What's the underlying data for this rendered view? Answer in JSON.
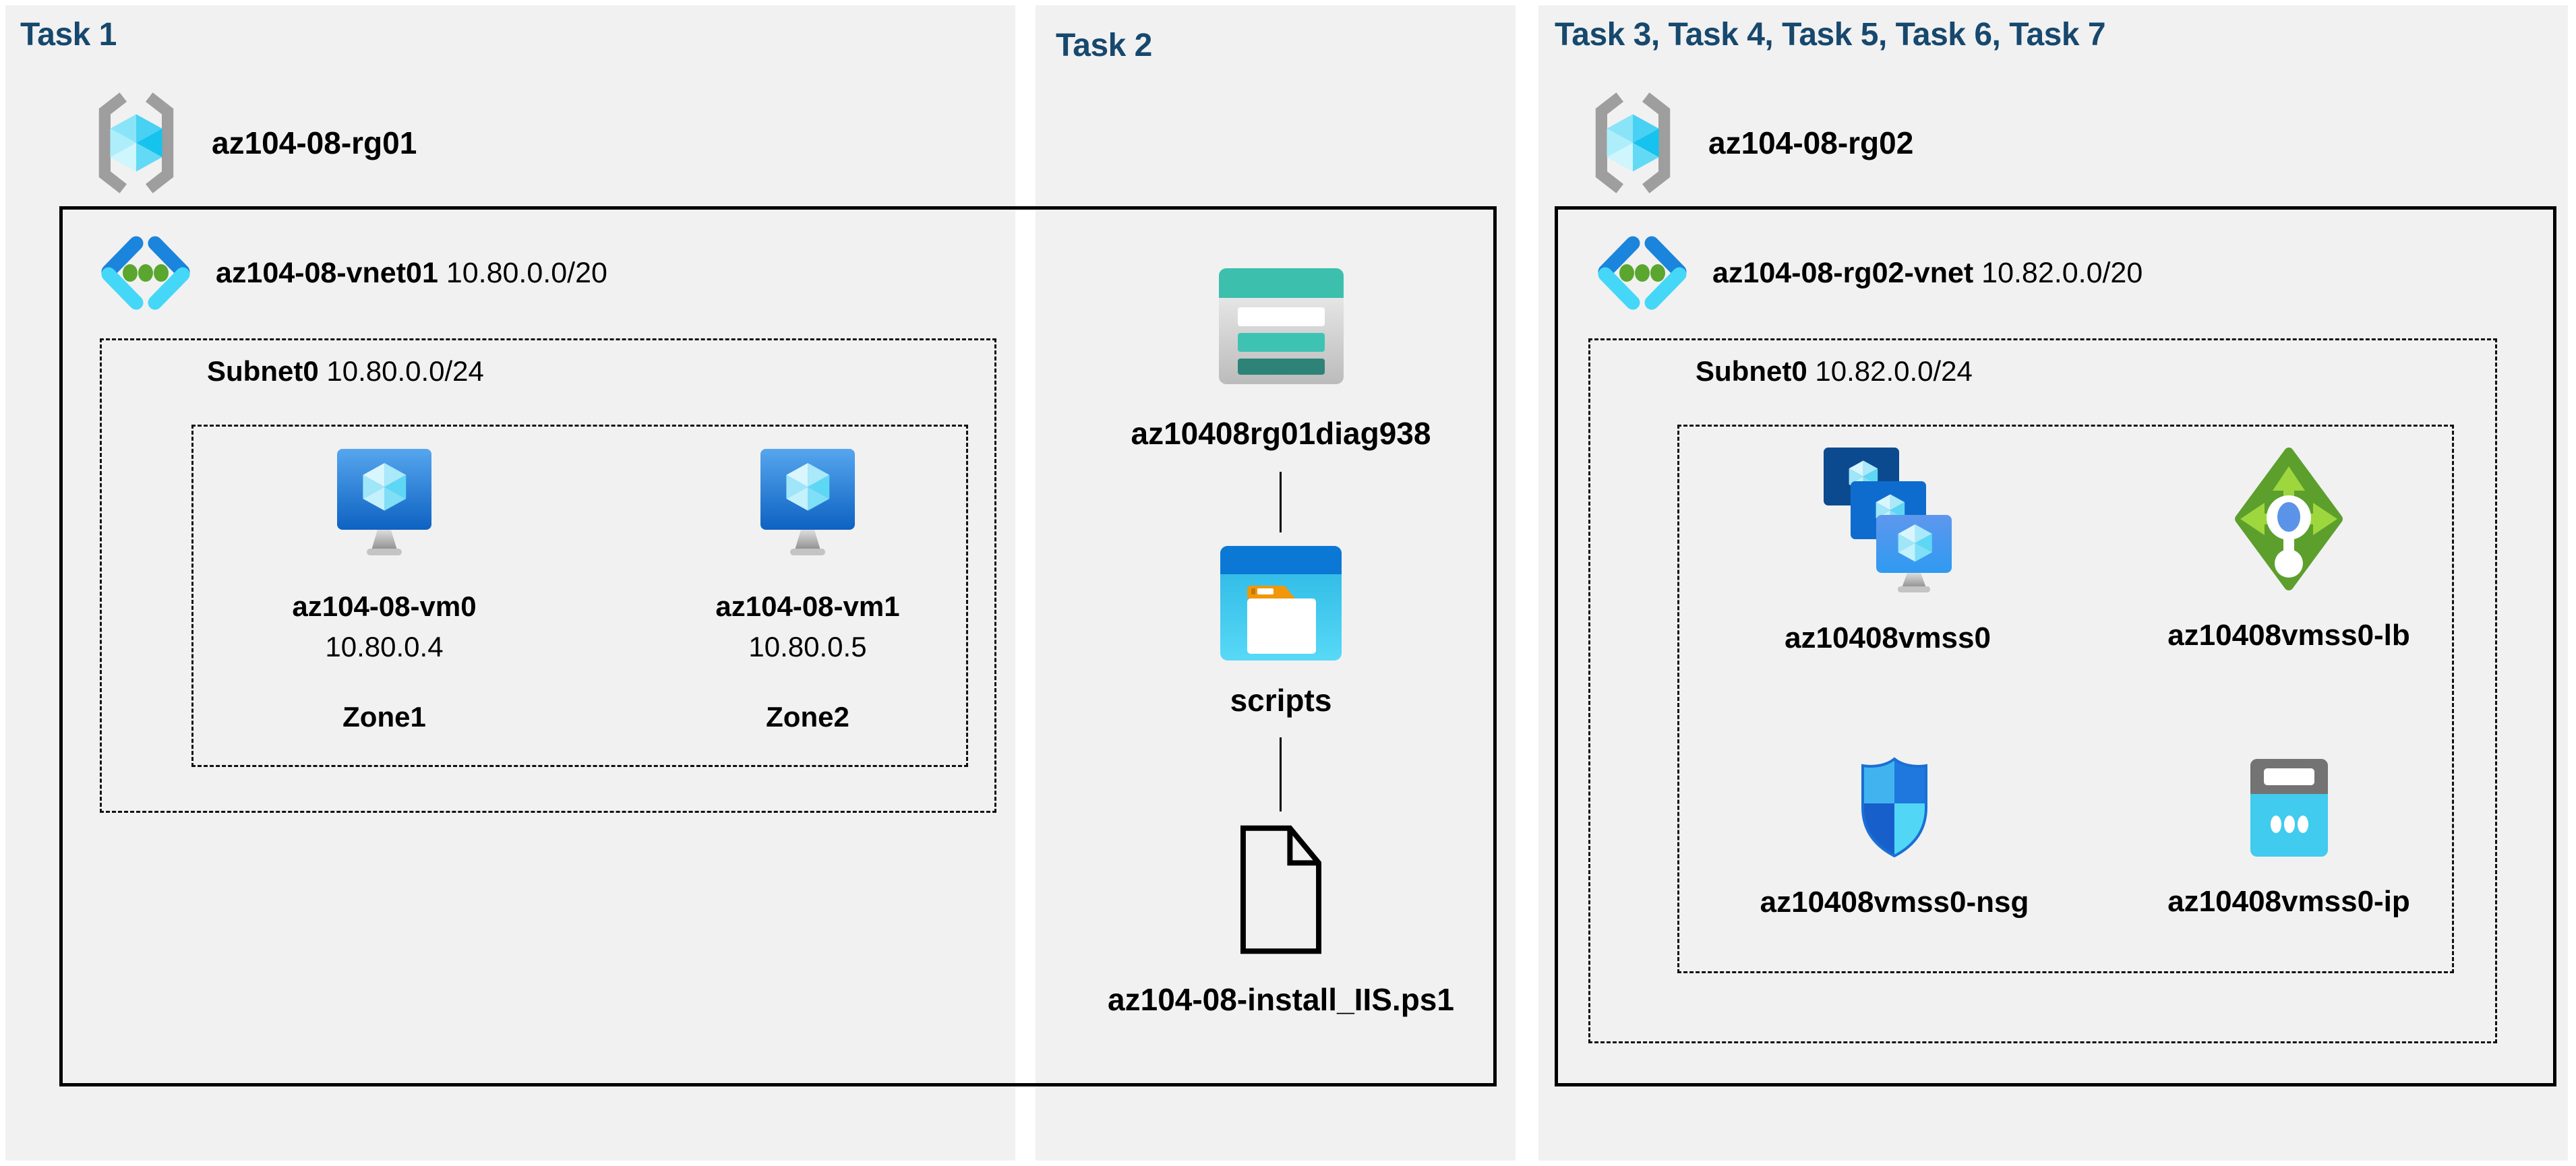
{
  "colors": {
    "header_text": "#17486D",
    "panel_bg": "#F1F1F1",
    "outline": "#000000",
    "azure_blue": "#1565BE",
    "cyan": "#3ECBEF",
    "teal": "#3DBFAD",
    "green": "#5C9F2C",
    "orange": "#F0970C"
  },
  "icons": {
    "resource_group": "resource-group-icon",
    "virtual_network": "virtual-network-icon",
    "virtual_machine": "virtual-machine-icon",
    "storage_account": "storage-account-icon",
    "blob_container": "blob-container-icon",
    "script_file": "file-icon",
    "vm_scale_set": "vm-scale-set-icon",
    "load_balancer": "load-balancer-icon",
    "network_security_group": "nsg-icon",
    "public_ip": "public-ip-icon"
  },
  "tasks": {
    "task1": {
      "header": "Task 1",
      "resource_group": "az104-08-rg01",
      "vnet_name": "az104-08-vnet01",
      "vnet_cidr": "10.80.0.0/20",
      "subnet_name": "Subnet0",
      "subnet_cidr": "10.80.0.0/24",
      "vms": [
        {
          "name": "az104-08-vm0",
          "ip": "10.80.0.4",
          "zone": "Zone1"
        },
        {
          "name": "az104-08-vm1",
          "ip": "10.80.0.5",
          "zone": "Zone2"
        }
      ]
    },
    "task2": {
      "header": "Task 2",
      "storage_account": "az10408rg01diag938",
      "container": "scripts",
      "script_file": "az104-08-install_IIS.ps1"
    },
    "task3": {
      "header": "Task 3, Task 4, Task 5, Task 6, Task 7",
      "resource_group": "az104-08-rg02",
      "vnet_name": "az104-08-rg02-vnet",
      "vnet_cidr": "10.82.0.0/20",
      "subnet_name": "Subnet0",
      "subnet_cidr": "10.82.0.0/24",
      "vmss": "az10408vmss0",
      "load_balancer": "az10408vmss0-lb",
      "nsg": "az10408vmss0-nsg",
      "public_ip": "az10408vmss0-ip"
    }
  }
}
